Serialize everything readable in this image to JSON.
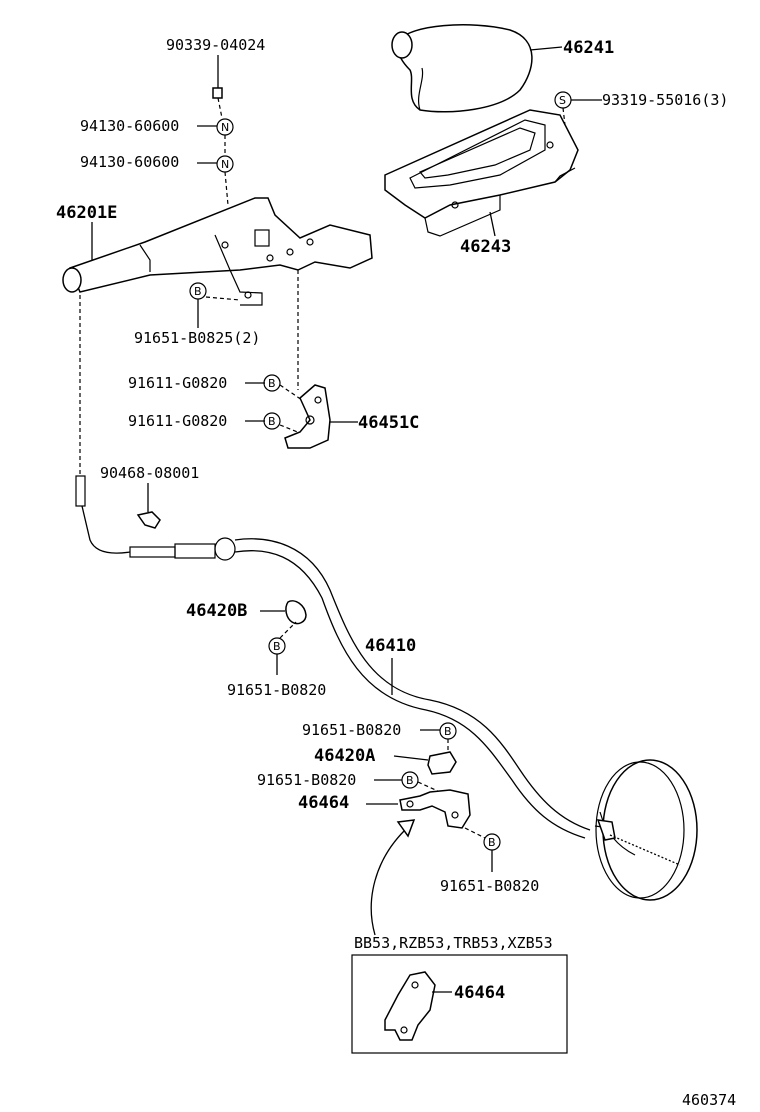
{
  "labels": {
    "p90339": "90339-04024",
    "p94130a": "94130-60600",
    "p94130b": "94130-60600",
    "p46201": "46201E",
    "p91651a": "91651-B0825(2)",
    "p91611a": "91611-G0820",
    "p91611b": "91611-G0820",
    "p46451": "46451C",
    "p90468": "90468-08001",
    "p46420b": "46420B",
    "p91651b": "91651-B0820",
    "p46410": "46410",
    "p91651c": "91651-B0820",
    "p46420a": "46420A",
    "p91651d": "91651-B0820",
    "p46464": "46464",
    "p91651e": "91651-B0820",
    "p46241": "46241",
    "p93319": "93319-55016(3)",
    "p46243": "46243",
    "variant": "BB53,RZB53,TRB53,XZB53",
    "p46464b": "46464",
    "figure_no": "460374"
  },
  "markers": {
    "n": "N",
    "b": "B",
    "s": "S"
  }
}
